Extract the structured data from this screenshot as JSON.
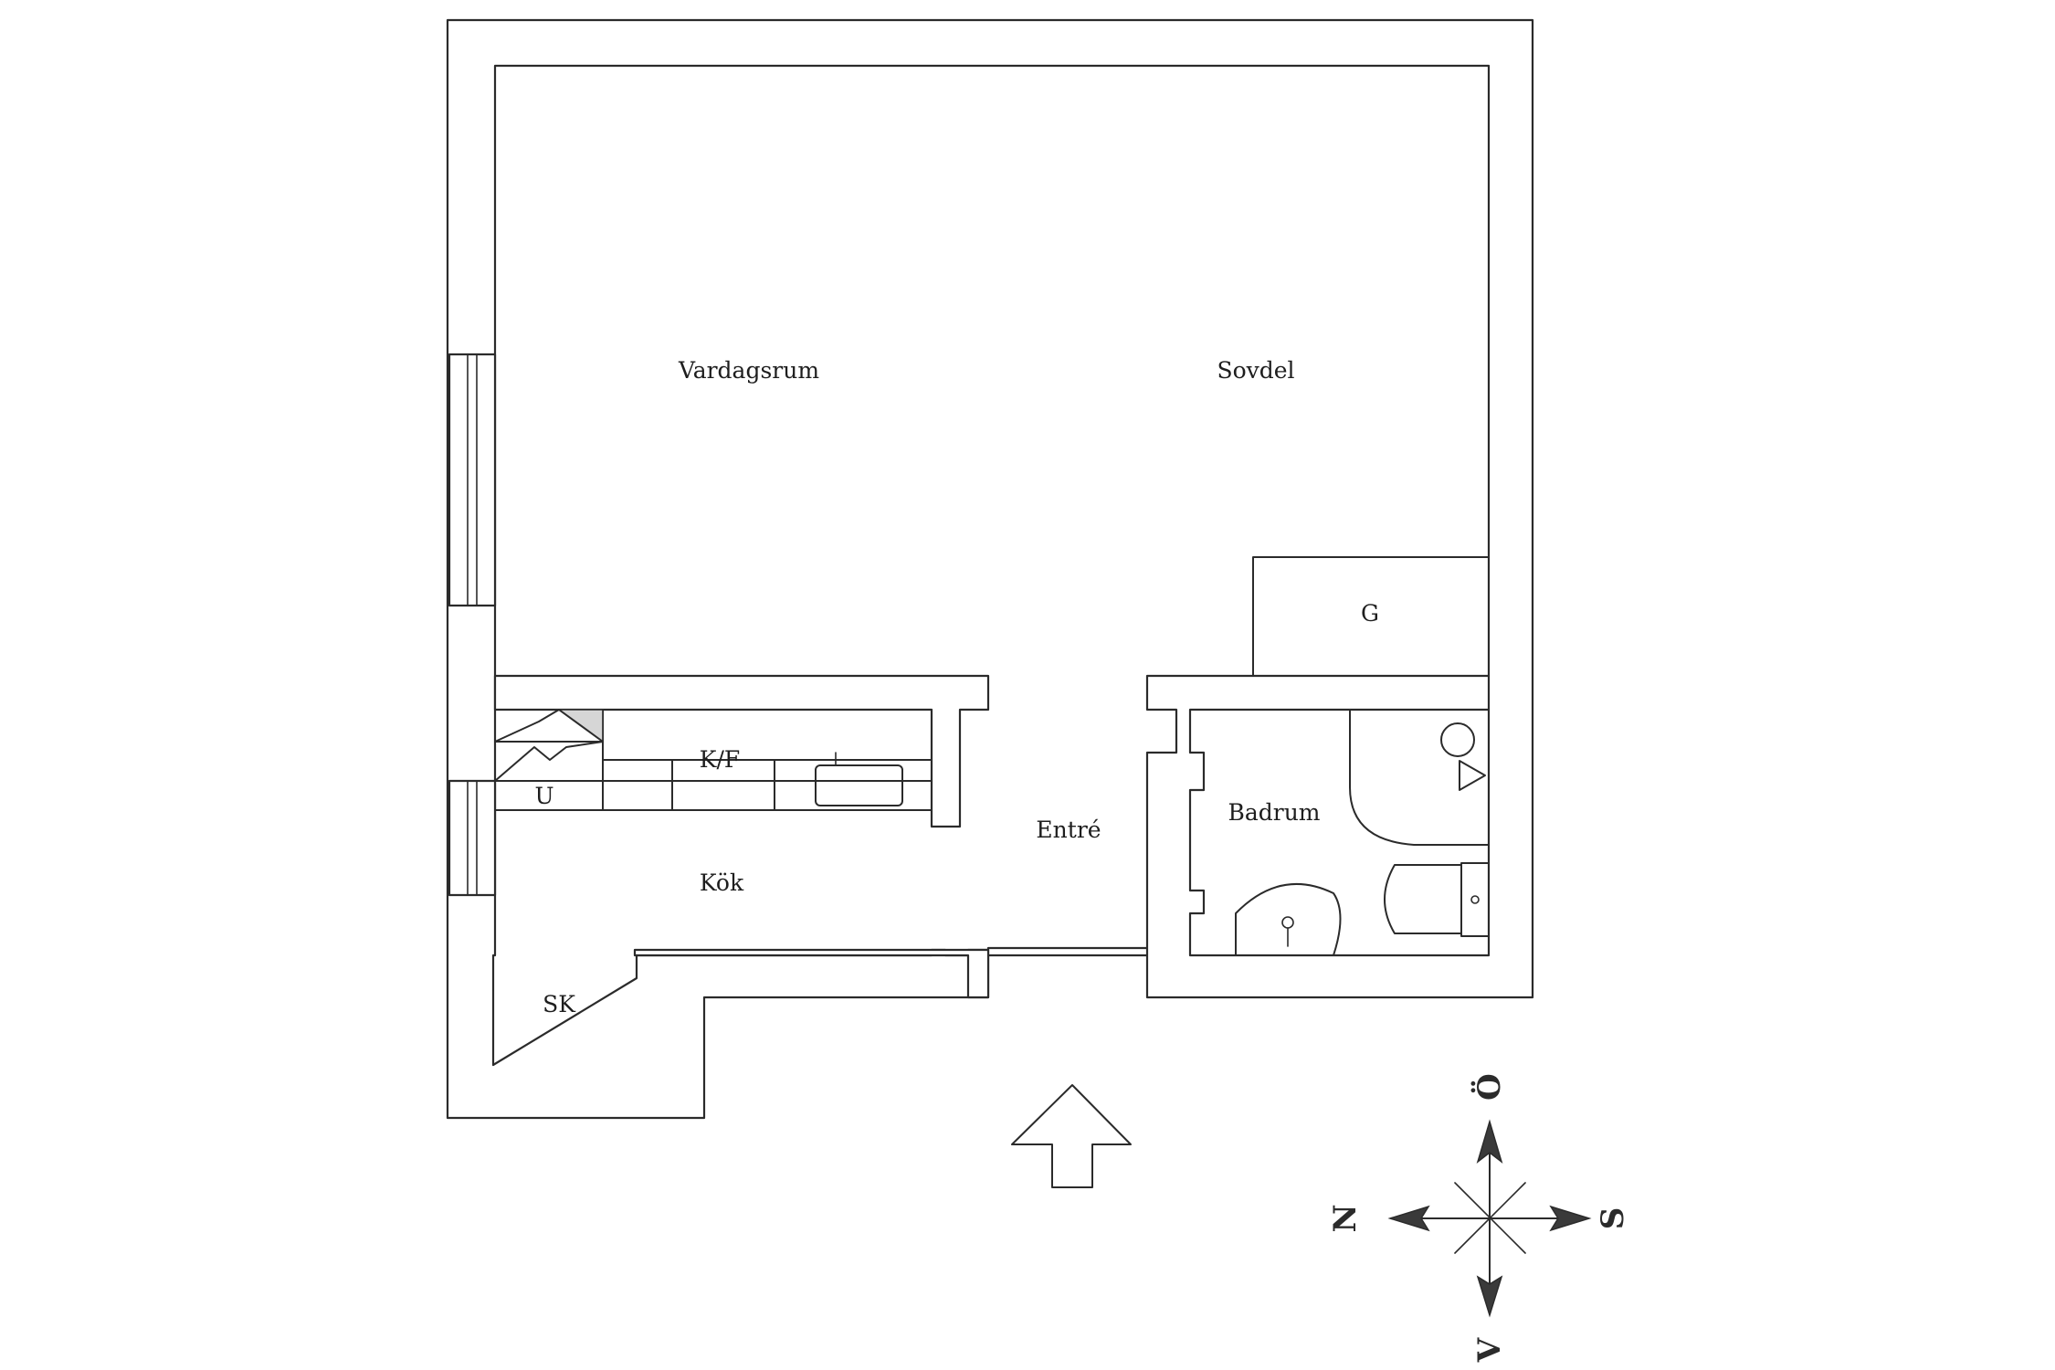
{
  "rooms": {
    "vardagsrum": "Vardagsrum",
    "sovdel": "Sovdel",
    "g": "G",
    "kf": "K/F",
    "u": "U",
    "entre": "Entré",
    "badrum": "Badrum",
    "kok": "Kök",
    "sk": "SK"
  },
  "compass": {
    "north": "N",
    "east": "Ö",
    "south": "S",
    "west": "V"
  },
  "colors": {
    "line": "#2b2b2b",
    "background": "#ffffff",
    "shade": "#d6d6d6"
  }
}
